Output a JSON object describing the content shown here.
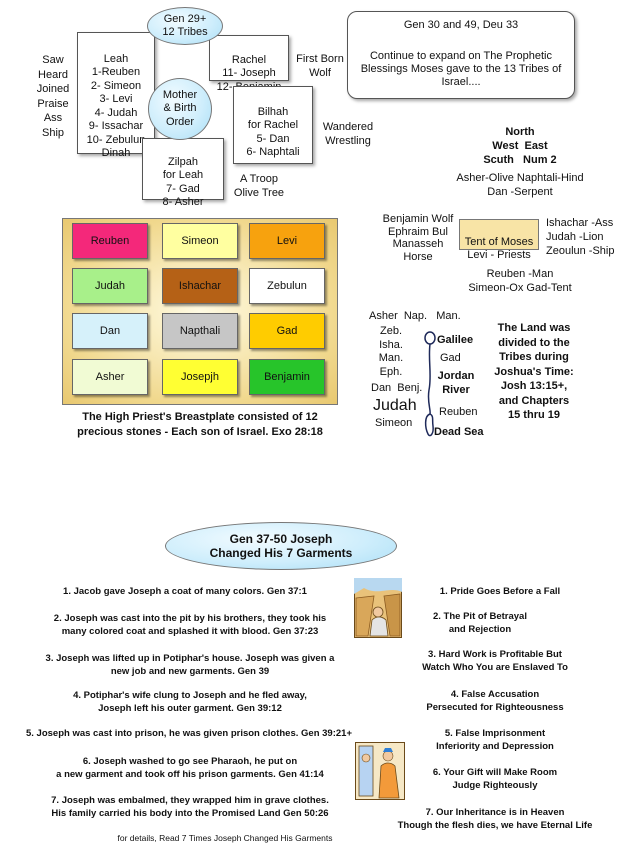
{
  "tribes": {
    "bubble": "Gen 29+\n12 Tribes",
    "leah": "Leah\n1-Reuben\n2- Simeon\n3- Levi\n4- Judah\n9- Issachar\n10- Zebulun\nDinah",
    "rachel": "Rachel\n11- Joseph\n12- Benjamin",
    "mother_bubble": "Mother\n& Birth\nOrder",
    "bilhah": "Bilhah\nfor Rachel\n5- Dan\n6- Naphtali",
    "zilpah": "Zilpah\nfor Leah\n7- Gad\n8- Asher",
    "left_words": "Saw\nHeard\nJoined\nPraise\nAss\nShip",
    "first_born": "First Born\nWolf",
    "wandered": "Wandered\nWrestling",
    "troop": "A Troop\nOlive Tree"
  },
  "blessings": {
    "refs": "Gen 30 and 49, Deu 33",
    "text": "Continue to expand on The Prophetic Blessings Moses gave to the 13 Tribes of Israel...."
  },
  "camp": {
    "north": "North",
    "west_east": "West  East",
    "south_num": "Scuth   Num 2",
    "asher_line": "Asher-Olive Naphtali-Hind",
    "dan_line": "Dan -Serpent",
    "west_list": "Benjamin Wolf\nEphraim Bul\nManasseh\nHorse",
    "tent": "Tent of Moses\nLevi - Priests",
    "east_list": "Ishachar -Ass\nJudah -Lion\nZeoulun -Ship",
    "reuben_line": "Reuben -Man",
    "simeon_line": "Simeon-Ox Gad-Tent"
  },
  "breastplate": {
    "stones": [
      {
        "name": "Reuben",
        "color": "#f4287a"
      },
      {
        "name": "Simeon",
        "color": "#ffffa0"
      },
      {
        "name": "Levi",
        "color": "#f7a20e"
      },
      {
        "name": "Judah",
        "color": "#a8f08a"
      },
      {
        "name": "Ishachar",
        "color": "#b56116"
      },
      {
        "name": "Zebulun",
        "color": "#ffffff"
      },
      {
        "name": "Dan",
        "color": "#d6f1fa"
      },
      {
        "name": "Napthali",
        "color": "#c6c6c6"
      },
      {
        "name": "Gad",
        "color": "#ffcc00"
      },
      {
        "name": "Asher",
        "color": "#f1fbd4"
      },
      {
        "name": "Josepjh",
        "color": "#ffff33"
      },
      {
        "name": "Benjamin",
        "color": "#27c42a"
      }
    ],
    "caption": "The High Priest's Breastplate consisted of 12\nprecious stones - Each son of Israel. Exo 28:18"
  },
  "land": {
    "names_top": "Asher  Nap.   Man.",
    "left_col": "Zeb.\nIsha.\nMan.\nEph.",
    "dan_benj": "Dan  Benj.",
    "judah": "Judah",
    "simeon": "Simeon",
    "galilee": "Galilee",
    "gad": "Gad",
    "jordan": "Jordan\nRiver",
    "reuben": "Reuben",
    "dead_sea": "Dead Sea",
    "note": "The Land was\ndivided to the\nTribes during\nJoshua's Time:\nJosh 13:15+,\nand Chapters\n15 thru 19"
  },
  "joseph": {
    "title": "Gen 37-50 Joseph\nChanged His 7 Garments",
    "garments": [
      "1. Jacob gave Joseph a coat of many colors. Gen 37:1",
      "2. Joseph was cast into the pit by his brothers, they took his\nmany colored coat and splashed it with blood. Gen 37:23",
      "3. Joseph was lifted up in Potiphar's house. Joseph was given a\nnew job and new garments. Gen 39",
      "4. Potiphar's wife clung to Joseph and he fled away,\nJoseph left his outer garment. Gen 39:12",
      "5. Joseph was cast into prison, he was given prison clothes. Gen 39:21+",
      "6. Joseph washed to go see Pharaoh, he put on\na new garment and took off his prison garments. Gen 41:14",
      "7. Joseph was embalmed, they wrapped him in grave clothes.\nHis family carried his body into the Promised Land Gen 50:26"
    ],
    "lessons": [
      "1. Pride Goes Before a Fall",
      "2. The Pit of Betrayal\nand Rejection",
      "3. Hard Work is Profitable But\nWatch Who You are Enslaved To",
      "4. False Accusation\nPersecuted for Righteousness",
      "5. False Imprisonment\nInferiority and Depression",
      "6. Your Gift will Make Room\nJudge Righteously",
      "7. Our Inheritance is in Heaven\nThough the flesh dies, we have Eternal Life"
    ],
    "footer": "for details, Read 7 Times Joseph Changed His Garments"
  }
}
